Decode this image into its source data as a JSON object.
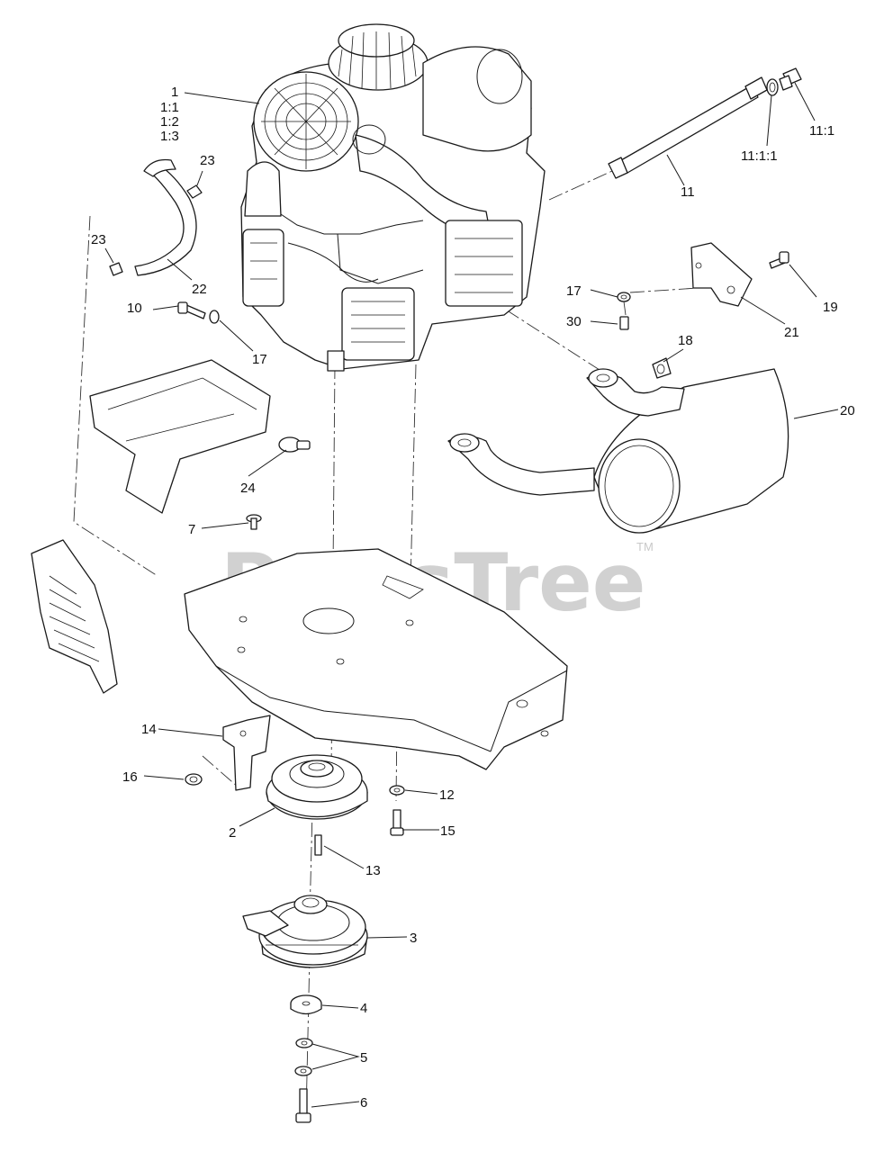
{
  "watermark": {
    "text": "PartsTree",
    "trademark": "TM"
  },
  "callouts": {
    "c1": "1",
    "c1_1": "1:1",
    "c1_2": "1:2",
    "c1_3": "1:3",
    "c2": "2",
    "c3": "3",
    "c4": "4",
    "c5": "5",
    "c6": "6",
    "c7": "7",
    "c10": "10",
    "c11": "11",
    "c11_1": "11:1",
    "c11_1_1": "11:1:1",
    "c12": "12",
    "c13": "13",
    "c14": "14",
    "c15": "15",
    "c16": "16",
    "c17a": "17",
    "c17b": "17",
    "c18": "18",
    "c19": "19",
    "c20": "20",
    "c21": "21",
    "c22": "22",
    "c23a": "23",
    "c23b": "23",
    "c24": "24",
    "c30": "30"
  }
}
